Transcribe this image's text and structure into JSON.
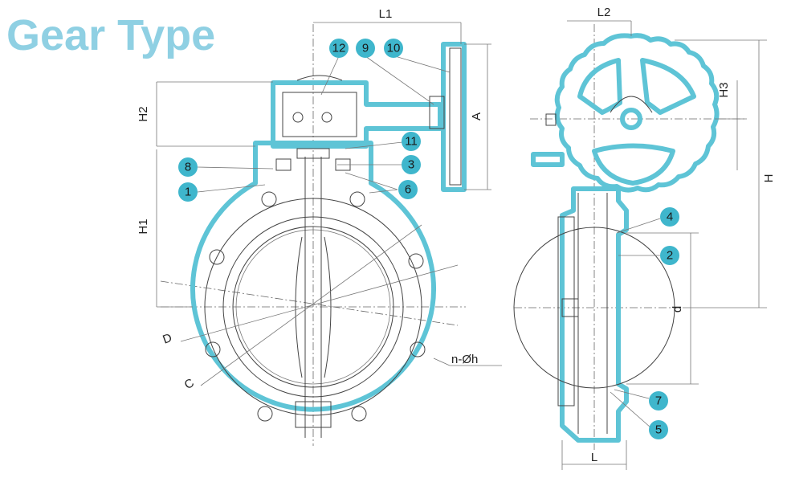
{
  "title": "Gear Type",
  "colors": {
    "accent": "#5ec4d6",
    "callout": "#3fb6cc",
    "title": "#8fd0e3"
  },
  "dimensions": {
    "L1": "L1",
    "L2": "L2",
    "H": "H",
    "H1": "H1",
    "H2": "H2",
    "H3": "H3",
    "A": "A",
    "C": "C",
    "D": "D",
    "d": "d",
    "L": "L",
    "bolt": "n-Øh"
  },
  "callouts": {
    "c1": "1",
    "c2": "2",
    "c3": "3",
    "c4": "4",
    "c5": "5",
    "c6": "6",
    "c7": "7",
    "c8": "8",
    "c9": "9",
    "c10": "10",
    "c11": "11",
    "c12": "12"
  }
}
